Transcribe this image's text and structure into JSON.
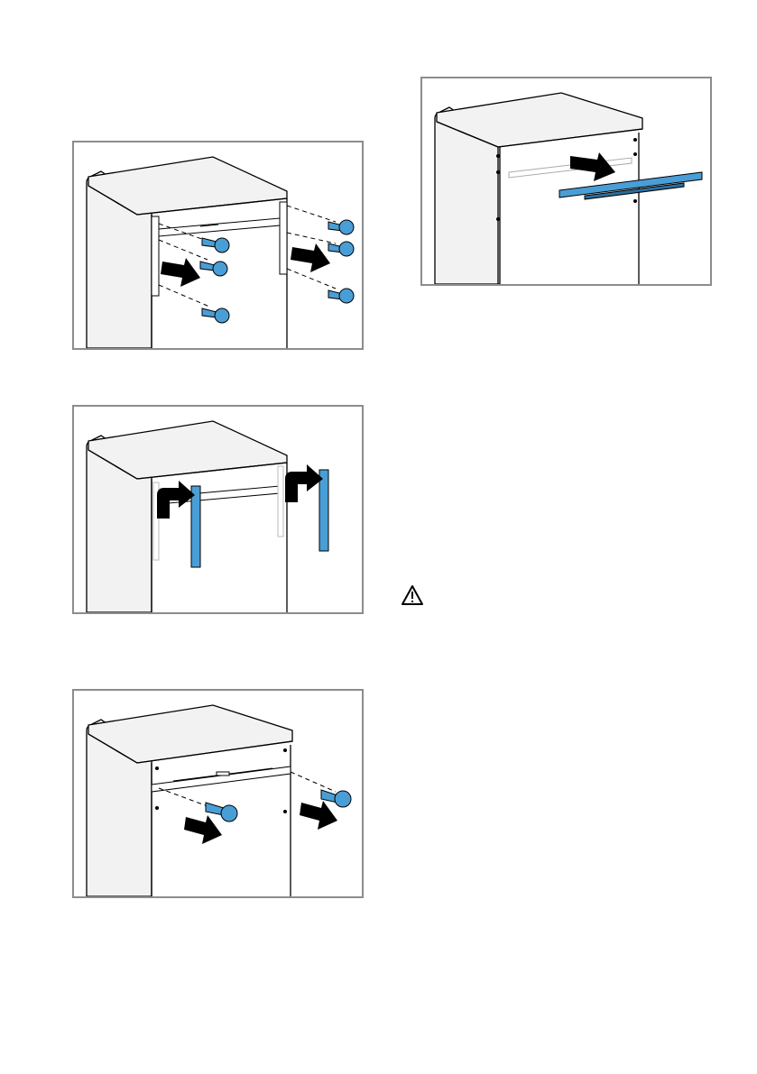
{
  "page": {
    "figures": [
      {
        "id": "remove-side-screws",
        "icon": "screw-icon"
      },
      {
        "id": "remove-side-brackets",
        "icon": "bracket-icon"
      },
      {
        "id": "remove-front-screws",
        "icon": "screw-icon"
      },
      {
        "id": "remove-cross-rail",
        "icon": "rail-icon"
      }
    ],
    "warning_icon": "warning-triangle-icon",
    "colors": {
      "part_blue": "#4a9ed6",
      "part_blue_dark": "#2a6f9e",
      "frame_gray": "#8c8c8c",
      "side_gray": "#f2f2f2",
      "arrow_black": "#000000"
    }
  }
}
